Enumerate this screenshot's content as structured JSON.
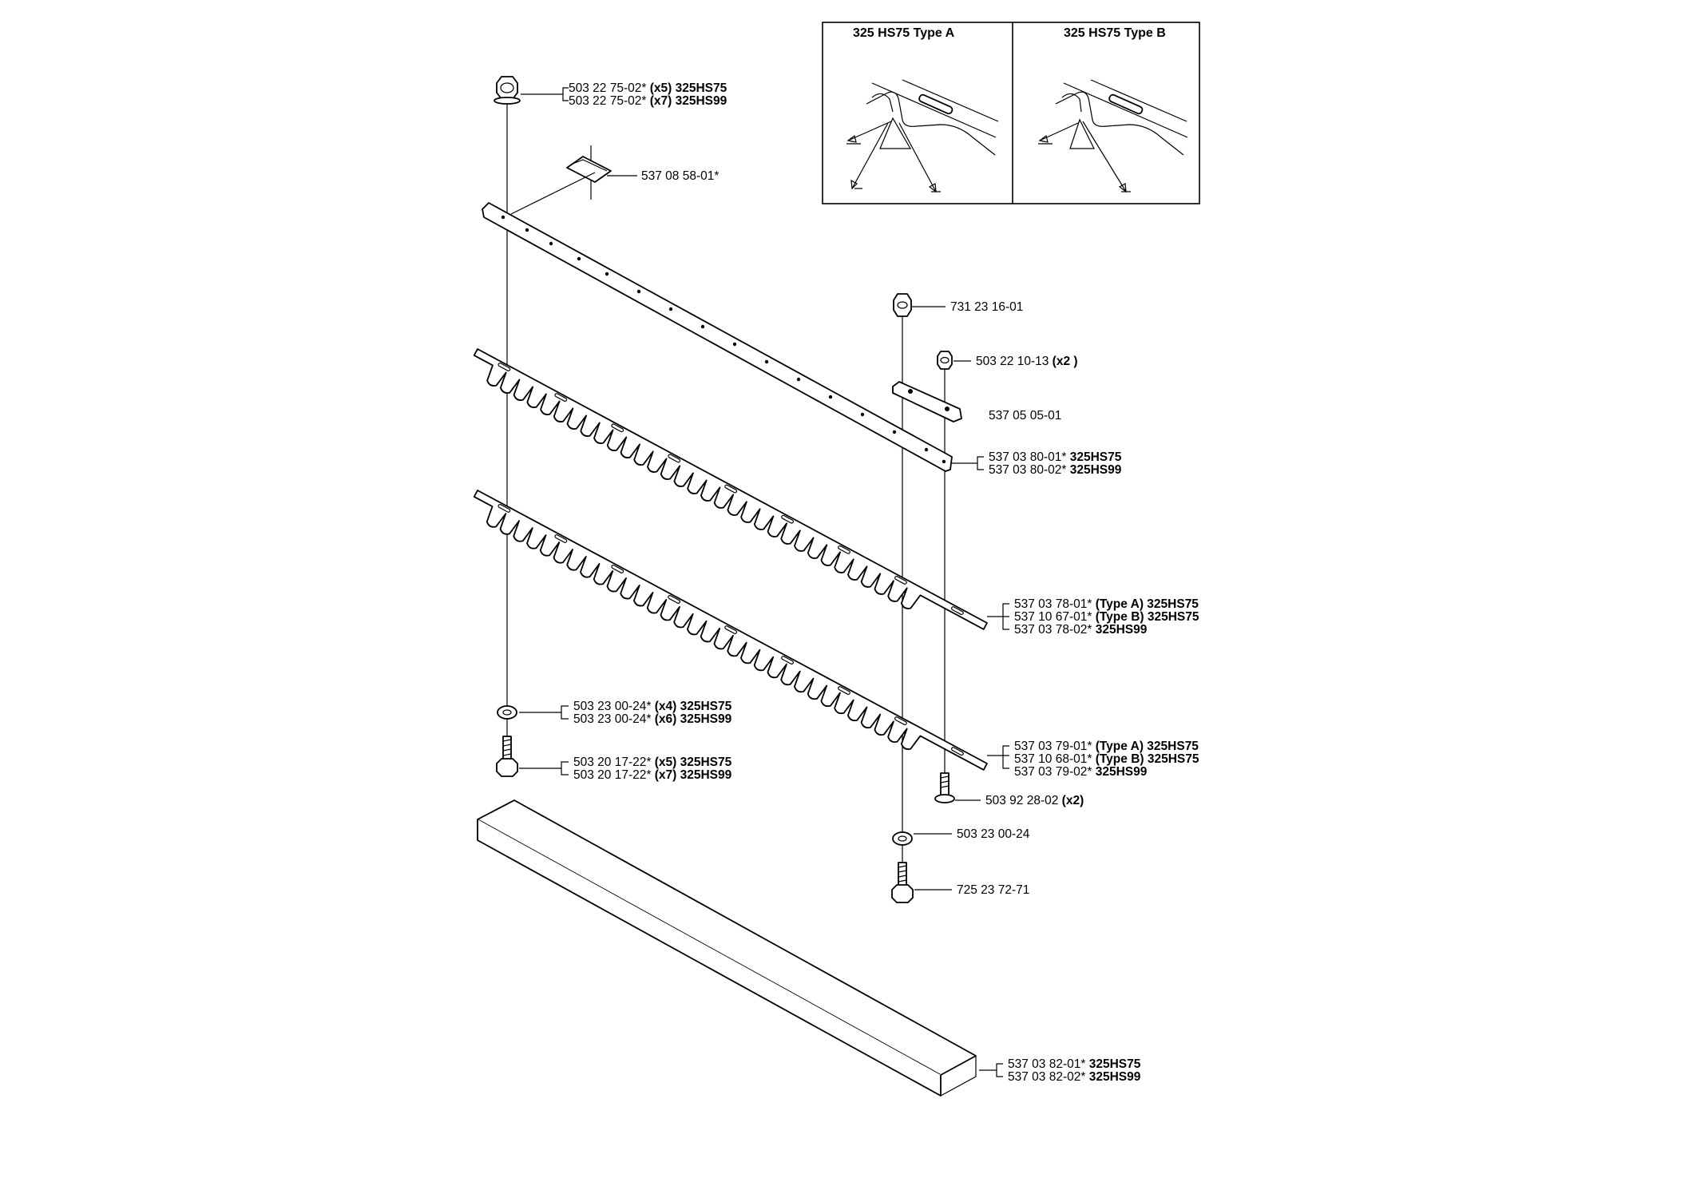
{
  "inset": {
    "type_a_title": "325 HS75 Type A",
    "type_b_title": "325 HS75 Type B"
  },
  "labels": {
    "nut_left": [
      {
        "part": "503 22 75-02*",
        "qty": "(x5)",
        "model": "325HS75"
      },
      {
        "part": "503 22 75-02*",
        "qty": "(x7)",
        "model": "325HS99"
      }
    ],
    "clip": {
      "part": "537 08 58-01*"
    },
    "nut_right": {
      "part": "731 23 16-01"
    },
    "nut_small": {
      "part": "503 22 10-13",
      "qty": "(x2 )"
    },
    "plate": {
      "part": "537 05 05-01"
    },
    "bar": [
      {
        "part": "537 03 80-01*",
        "model": "325HS75"
      },
      {
        "part": "537 03 80-02*",
        "model": "325HS99"
      }
    ],
    "blade_upper": [
      {
        "part": "537 03 78-01*",
        "type": "(Type A)",
        "model": "325HS75"
      },
      {
        "part": "537 10 67-01*",
        "type": "(Type B)",
        "model": "325HS75"
      },
      {
        "part": "537 03 78-02*",
        "model": "325HS99"
      }
    ],
    "washer_left": [
      {
        "part": "503 23 00-24*",
        "qty": "(x4)",
        "model": "325HS75"
      },
      {
        "part": "503 23 00-24*",
        "qty": "(x6)",
        "model": "325HS99"
      }
    ],
    "bolt_left": [
      {
        "part": "503 20 17-22*",
        "qty": "(x5)",
        "model": "325HS75"
      },
      {
        "part": "503 20 17-22*",
        "qty": "(x7)",
        "model": "325HS99"
      }
    ],
    "blade_lower": [
      {
        "part": "537 03 79-01*",
        "type": "(Type A)",
        "model": "325HS75"
      },
      {
        "part": "537 10 68-01*",
        "type": "(Type B)",
        "model": "325HS75"
      },
      {
        "part": "537 03 79-02*",
        "model": "325HS99"
      }
    ],
    "screw_small": {
      "part": "503 92 28-02",
      "qty": "(x2)"
    },
    "washer_right": {
      "part": "503 23 00-24"
    },
    "bolt_right": {
      "part": "725 23 72-71"
    },
    "guard": [
      {
        "part": "537 03 82-01*",
        "model": "325HS75"
      },
      {
        "part": "537 03 82-02*",
        "model": "325HS99"
      }
    ]
  }
}
